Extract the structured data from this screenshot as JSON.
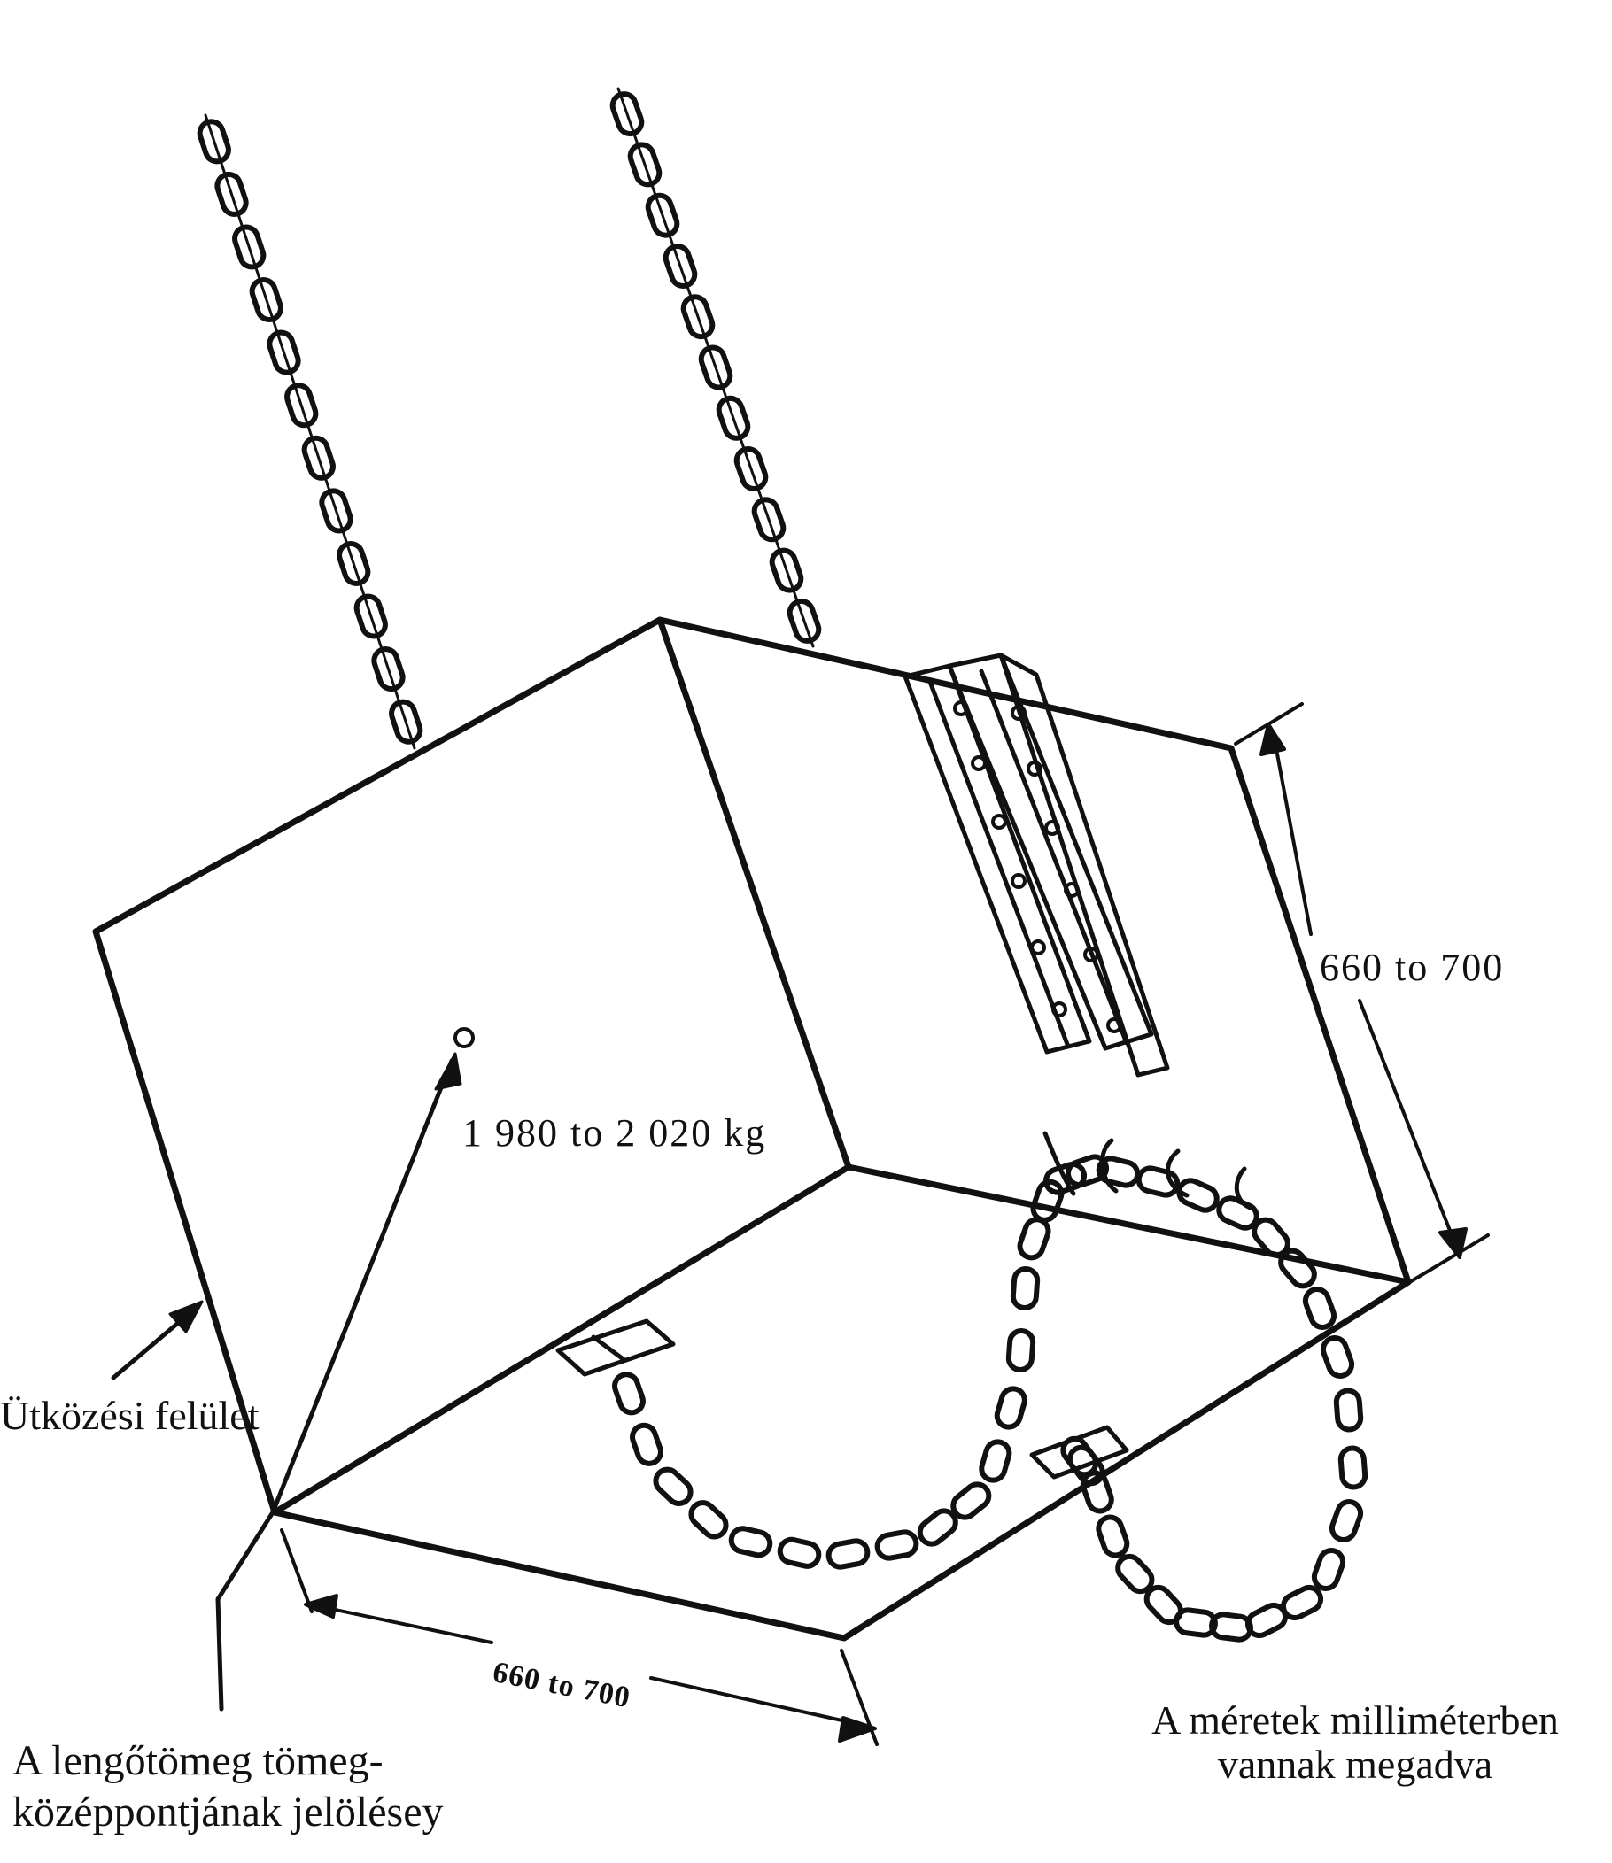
{
  "labels": {
    "mass": "1 980 to 2 020 kg",
    "dim_vertical": "660 to 700",
    "dim_horizontal": "660 to 700",
    "impact_surface": "Ütközési felület",
    "units_line1": "A méretek milliméterben",
    "units_line2": "vannak megadva",
    "cog_line1": "A lengőtömeg tömeg-",
    "cog_line2": "középpontjának jelölésey"
  },
  "colors": {
    "line": "#111111",
    "background": "#ffffff"
  }
}
